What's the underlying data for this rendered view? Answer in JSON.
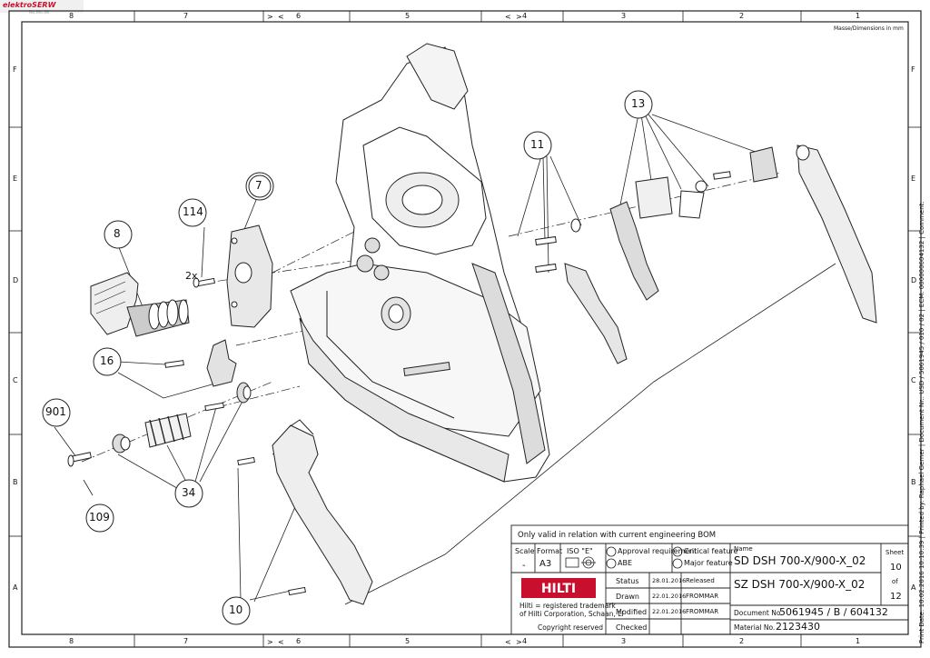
{
  "watermark": {
    "brand": "elektroSERW",
    "sub": "Ro.Ms.Wi"
  },
  "frame": {
    "cols": [
      "8",
      "7",
      "6",
      "5",
      "4",
      "3",
      "2",
      "1"
    ],
    "rows": [
      "F",
      "E",
      "D",
      "C",
      "B",
      "A"
    ]
  },
  "units_note": "Masse/Dimensions in mm",
  "side_note": "Print Date: 10.02.2016 10:10:39 | Printed by: Raphael Gerner | Document Nr.: USD / 5061945 / 010 / 02 | ECM: 000000604132 | Comment:",
  "callouts": {
    "c7": "7",
    "c8": "8",
    "c114": "114",
    "qty": "2x",
    "c16": "16",
    "c901": "901",
    "c109": "109",
    "c34": "34",
    "c10": "10",
    "c11": "11",
    "c13": "13"
  },
  "title_block": {
    "validity": "Only valid in relation with current engineering BOM",
    "scale_label": "Scale",
    "scale_value": "-",
    "format_label": "Format",
    "format_value": "A3",
    "iso_label": "ISO \"E\"",
    "approval_req": "Approval requirement",
    "abe": "ABE",
    "critical": "Critical feature",
    "major": "Major feature",
    "name_label": "Name",
    "name_sd": "SD  DSH  700-X/900-X_02",
    "name_sz": "SZ  DSH  700-X/900-X_02",
    "sheet_label": "Sheet",
    "sheet_value": "10",
    "of_label": "of",
    "of_value": "12",
    "logo": "HILTI",
    "trademark_1": "Hilti = registered trademark",
    "trademark_2": "of Hilti Corporation, Schaan, LI",
    "copyright": "Copyright reserved",
    "status_label": "Status",
    "status_date": "28.01.2016",
    "status_value": "Released",
    "drawn_label": "Drawn",
    "drawn_date": "22.01.2016",
    "drawn_by": "FROMMAR",
    "modified_label": "Modified",
    "modified_date": "22.01.2016",
    "modified_by": "FROMMAR",
    "checked_label": "Checked",
    "docno_label": "Document No.",
    "docno_value": "5061945  /  B  /  604132",
    "matno_label": "Material No.",
    "matno_value": "2123430"
  }
}
